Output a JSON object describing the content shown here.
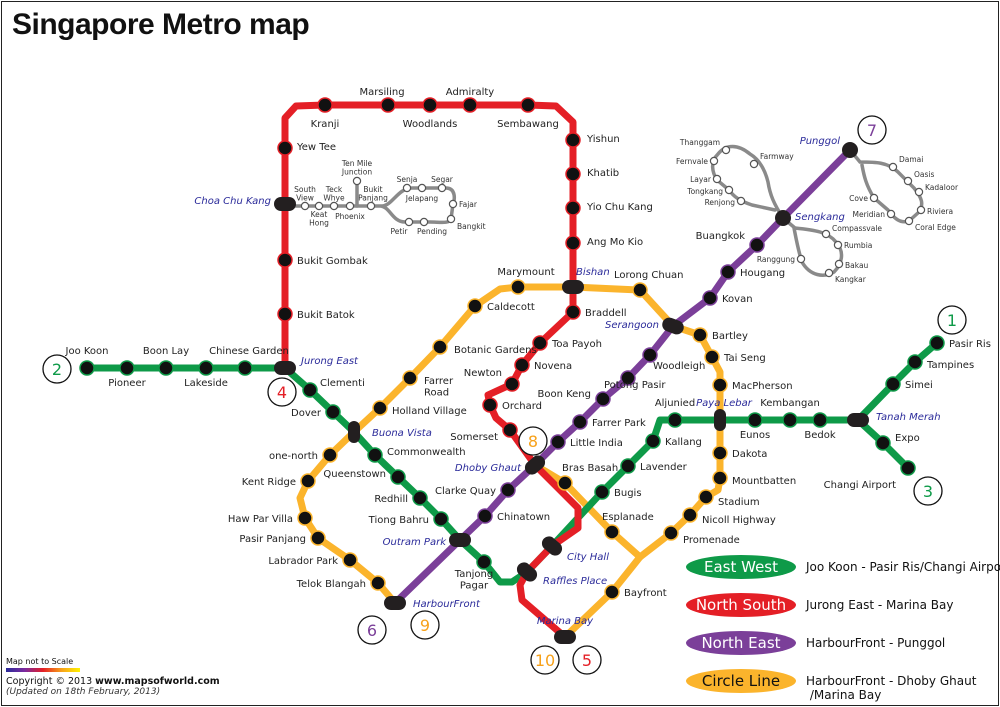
{
  "title": "Singapore Metro map",
  "colors": {
    "east_west": "#0e9a48",
    "north_south": "#e41f26",
    "north_east": "#7b3f99",
    "circle": "#fbb42c",
    "lrt": "#8a8a8a",
    "interchange": "#231f20",
    "interchange_label": "#2b2b9a"
  },
  "lines": {
    "east_west": {
      "stations": [
        "Joo Koon",
        "Pioneer",
        "Boon Lay",
        "Lakeside",
        "Chinese Garden",
        "Jurong East",
        "Clementi",
        "Dover",
        "Buona Vista",
        "Commonwealth",
        "Queenstown",
        "Redhill",
        "Tiong Bahru",
        "Outram Park",
        "Tanjong Pagar",
        "Raffles Place",
        "City Hall",
        "Bugis",
        "Lavender",
        "Kallang",
        "Aljunied",
        "Paya Lebar",
        "Eunos",
        "Kembangan",
        "Bedok",
        "Tanah Merah",
        "Simei",
        "Tampines",
        "Pasir Ris"
      ],
      "branch": [
        "Tanah Merah",
        "Expo",
        "Changi Airport"
      ]
    },
    "north_south": {
      "stations": [
        "Jurong East",
        "Bukit Batok",
        "Bukit Gombak",
        "Choa Chu Kang",
        "Yew Tee",
        "Kranji",
        "Marsiling",
        "Woodlands",
        "Admiralty",
        "Sembawang",
        "Yishun",
        "Khatib",
        "Yio Chu Kang",
        "Ang Mo Kio",
        "Bishan",
        "Braddell",
        "Toa Payoh",
        "Novena",
        "Newton",
        "Orchard",
        "Somerset",
        "Dhoby Ghaut",
        "City Hall",
        "Raffles Place",
        "Marina Bay"
      ]
    },
    "north_east": {
      "stations": [
        "HarbourFront",
        "Outram Park",
        "Chinatown",
        "Clarke Quay",
        "Dhoby Ghaut",
        "Little India",
        "Farrer Park",
        "Boon Keng",
        "Potong Pasir",
        "Woodleigh",
        "Serangoon",
        "Kovan",
        "Hougang",
        "Buangkok",
        "Sengkang",
        "Punggol"
      ]
    },
    "circle": {
      "stations": [
        "HarbourFront",
        "Telok Blangah",
        "Labrador Park",
        "Pasir Panjang",
        "Haw Par Villa",
        "Kent Ridge",
        "one-north",
        "Buona Vista",
        "Holland Village",
        "Farrer Road",
        "Botanic Gardens",
        "Caldecott",
        "Marymount",
        "Bishan",
        "Lorong Chuan",
        "Serangoon",
        "Bartley",
        "Tai Seng",
        "MacPherson",
        "Paya Lebar",
        "Dakota",
        "Mountbatten",
        "Stadium",
        "Nicoll Highway",
        "Promenade",
        "Esplanade",
        "Bras Basah",
        "Dhoby Ghaut"
      ],
      "branch": [
        "Promenade",
        "Bayfront",
        "Marina Bay"
      ]
    }
  },
  "interchanges": [
    "Jurong East",
    "Buona Vista",
    "Outram Park",
    "Raffles Place",
    "City Hall",
    "Paya Lebar",
    "Tanah Merah",
    "Choa Chu Kang",
    "Bishan",
    "Dhoby Ghaut",
    "Marina Bay",
    "Serangoon",
    "HarbourFront",
    "Sengkang",
    "Punggol"
  ],
  "lrt": {
    "bukit_panjang": [
      "South View",
      "Keat Hong",
      "Teck Whye",
      "Phoenix",
      "Bukit Panjang",
      "Ten Mile Junction",
      "Senja",
      "Jelapang",
      "Segar",
      "Fajar",
      "Bangkit",
      "Pending",
      "Petir"
    ],
    "sengkang": [
      "Compassvale",
      "Rumbia",
      "Bakau",
      "Kangkar",
      "Ranggung",
      "Renjong",
      "Tongkang",
      "Layar",
      "Fernvale",
      "Thanggam",
      "Farmway"
    ],
    "punggol": [
      "Damai",
      "Oasis",
      "Kadaloor",
      "Riviera",
      "Coral Edge",
      "Meridian",
      "Cove"
    ]
  },
  "route_numbers": [
    "1",
    "2",
    "3",
    "4",
    "5",
    "6",
    "7",
    "8",
    "9",
    "10"
  ],
  "legend": [
    {
      "label": "East West",
      "route": "Joo Koon - Pasir Ris/Changi Airport",
      "color": "#0e9a48",
      "text_color": "#ffffff"
    },
    {
      "label": "North South",
      "route": "Jurong East - Marina Bay",
      "color": "#e41f26",
      "text_color": "#ffffff"
    },
    {
      "label": "North East",
      "route": "HarbourFront - Punggol",
      "color": "#7b3f99",
      "text_color": "#ffffff"
    },
    {
      "label": "Circle Line",
      "route": "HarbourFront  - Dhoby Ghaut\n/Marina Bay",
      "color": "#fbb42c",
      "text_color": "#111111"
    }
  ],
  "footer": {
    "scale_note": "Map not to Scale",
    "copyright_prefix": "Copyright © 2013 ",
    "website": "www.mapsofworld.com",
    "updated": "(Updated on 18th February, 2013)"
  }
}
